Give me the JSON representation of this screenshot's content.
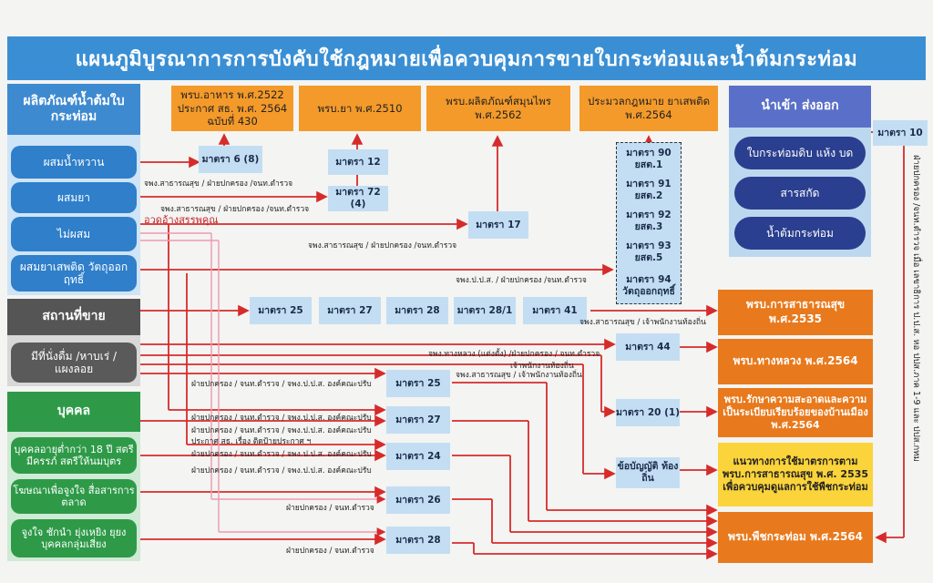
{
  "title": "แผนภูมิบูรณาการการบังคับใช้กฎหมายเพื่อควบคุมการขายใบกระท่อมและน้ำต้มกระท่อม",
  "left": {
    "products_header": "ผลิตภัณฑ์น้ำต้มใบกระท่อม",
    "products": [
      "ผสมน้ำหวาน",
      "ผสมยา",
      "ไม่ผสม",
      "ผสมยาเสพติด วัตถุออกฤทธิ์"
    ],
    "place_header": "สถานที่ขาย",
    "places": [
      "มีที่นั่งดื่ม /หาบเร่ / แผงลอย"
    ],
    "person_header": "บุคคล",
    "persons": [
      "บุคคลอายุต่ำกว่า 18 ปี สตรีมีครรภ์ สตรีให้นมบุตร",
      "โฆษณาเพื่อจูงใจ สื่อสารการตลาด",
      "จูงใจ ชักนำ ยุ่งเหยิง ยุยง บุคคลกลุ่มเสี่ยง"
    ]
  },
  "laws_top": [
    "พรบ.อาหาร พ.ศ.2522 ประกาศ สธ. พ.ศ. 2564 ฉบับที่ 430",
    "พรบ.ยา พ.ศ.2510",
    "พรบ.ผลิตภัณฑ์สมุนไพร พ.ศ.2562",
    "ประมวลกฎหมาย ยาเสพติด พ.ศ.2564"
  ],
  "import_export": {
    "header": "นำเข้า ส่งออก",
    "items": [
      "ใบกระท่อมดิบ แห้ง บด",
      "สารสกัด",
      "น้ำต้มกระท่อม"
    ],
    "section": "มาตรา 10",
    "vertical_note": "ฝ่ายปกครอง /จนท.ตำรวจ เมื่อ เลขาธิการ ป.ป.ส. หอ ปปส.ภาค 1-9 และ ปปส.กทม"
  },
  "sections": {
    "s6": "มาตรา 6 (8)",
    "s12": "มาตรา 12",
    "s72": "มาตรา 72 (4)",
    "s17": "มาตรา 17",
    "narcotic": [
      "มาตรา 90 ยสต.1",
      "มาตรา 91 ยสต.2",
      "มาตรา 92 ยสต.3",
      "มาตรา 93 ยสต.5",
      "มาตรา 94 วัตถุออกฤทธิ์"
    ],
    "row25": [
      "มาตรา 25",
      "มาตรา 27",
      "มาตรา 28",
      "มาตรา 28/1",
      "มาตรา 41"
    ],
    "s44": "มาตรา 44",
    "s20": "มาตรา 20 (1)",
    "local": "ข้อบัญญัติ ท้องถิ่น",
    "mid": [
      "มาตรา 25",
      "มาตรา 27",
      "มาตรา 24",
      "มาตรา 26",
      "มาตรา 28"
    ]
  },
  "laws_right": [
    "พรบ.การสาธารณสุข พ.ศ.2535",
    "พรบ.ทางหลวง พ.ศ.2564",
    "พรบ.รักษาความสะอาดและความเป็นระเบียบเรียบร้อยของบ้านเมือง พ.ศ.2564",
    "แนวทางการใช้มาตรการตาม พรบ.การสาธารณสุข พ.ศ. 2535 เพื่อควบคุมดูแลการใช้พืชกระท่อม",
    "พรบ.พืชกระท่อม พ.ศ.2564"
  ],
  "notes": {
    "n1": "จพง.สาธารณสุข / ฝ่ายปกครอง /จนท.ตำรวจ",
    "n2": "จพง.สาธารณสุข / ฝ่ายปกครอง /จนท.ตำรวจ",
    "n3": "อวดอ้างสรรพคุณ",
    "n4": "จพง.สาธารณสุข / ฝ่ายปกครอง /จนท.ตำรวจ",
    "n5": "จพง.ป.ป.ส. / ฝ่ายปกครอง /จนท.ตำรวจ",
    "n6": "จพง.สาธารณสุข / เจ้าพนักงานท้องถิ่น",
    "n7": "จพง.ทางหลวง (แต่งตั้ง) /ฝ่ายปกครอง / จนท.ตำรวจ",
    "n8": "เจ้าพนักงานท้องถิ่น",
    "n9": "ฝ่ายปกครอง / จนท.ตำรวจ / จพง.ป.ป.ส. องค์คณะปรับ",
    "n10": "จพง.สาธารณสุข / เจ้าพนักงานท้องถิ่น",
    "n11": "ฝ่ายปกครอง / จนท.ตำรวจ / จพง.ป.ป.ส. องค์คณะปรับ",
    "n12": "ฝ่ายปกครอง / จนท.ตำรวจ / จพง.ป.ป.ส. องค์คณะปรับ",
    "n13": "ประกาศ สธ. เรื่อง ติดป้ายประกาศ ฯ",
    "n14": "ฝ่ายปกครอง / จนท.ตำรวจ / จพง.ป.ป.ส. องค์คณะปรับ",
    "n15": "ฝ่ายปกครอง / จนท.ตำรวจ / จพง.ป.ป.ส. องค์คณะปรับ",
    "n16": "ฝ่ายปกครอง / จนท.ตำรวจ",
    "n17": "ฝ่ายปกครอง / จนท.ตำรวจ"
  }
}
